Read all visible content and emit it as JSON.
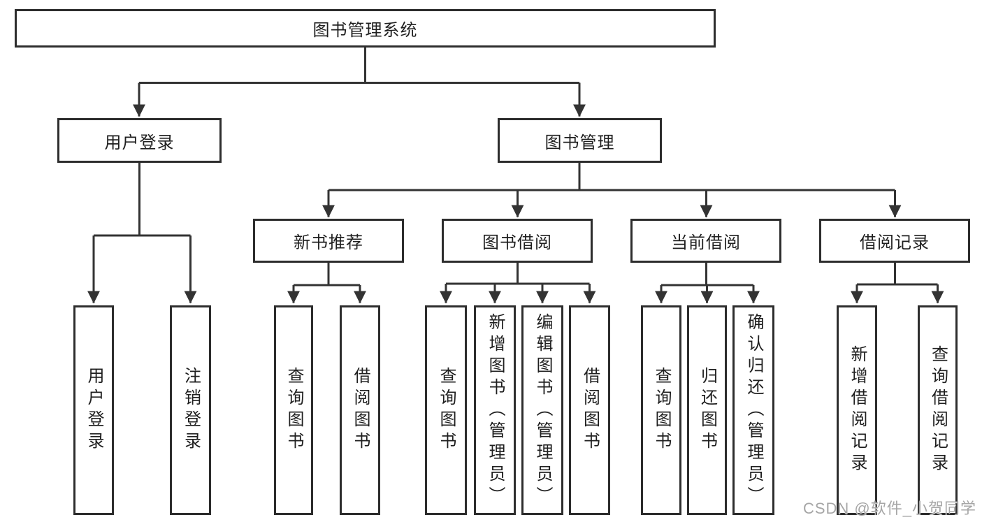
{
  "colors": {
    "line": "#333333",
    "border": "#2d2d2d",
    "text": "#1f1f1f",
    "watermark": "#a6a6a6",
    "bg": "#ffffff"
  },
  "tree": {
    "root": {
      "label": "图书管理系统"
    },
    "branches": [
      {
        "label": "用户登录",
        "children": [
          {
            "label": "用户登录"
          },
          {
            "label": "注销登录"
          }
        ]
      },
      {
        "label": "图书管理",
        "children": [
          {
            "label": "新书推荐",
            "children": [
              {
                "label": "查询图书"
              },
              {
                "label": "借阅图书"
              }
            ]
          },
          {
            "label": "图书借阅",
            "children": [
              {
                "label": "查询图书"
              },
              {
                "label": "新增图书（管理员）"
              },
              {
                "label": "编辑图书（管理员）"
              },
              {
                "label": "借阅图书"
              }
            ]
          },
          {
            "label": "当前借阅",
            "children": [
              {
                "label": "查询图书"
              },
              {
                "label": "归还图书"
              },
              {
                "label": "确认归还（管理员）"
              }
            ]
          },
          {
            "label": "借阅记录",
            "children": [
              {
                "label": "新增借阅记录"
              },
              {
                "label": "查询借阅记录"
              }
            ]
          }
        ]
      }
    ]
  },
  "watermark": {
    "text": "CSDN @软件_小贺同学"
  }
}
